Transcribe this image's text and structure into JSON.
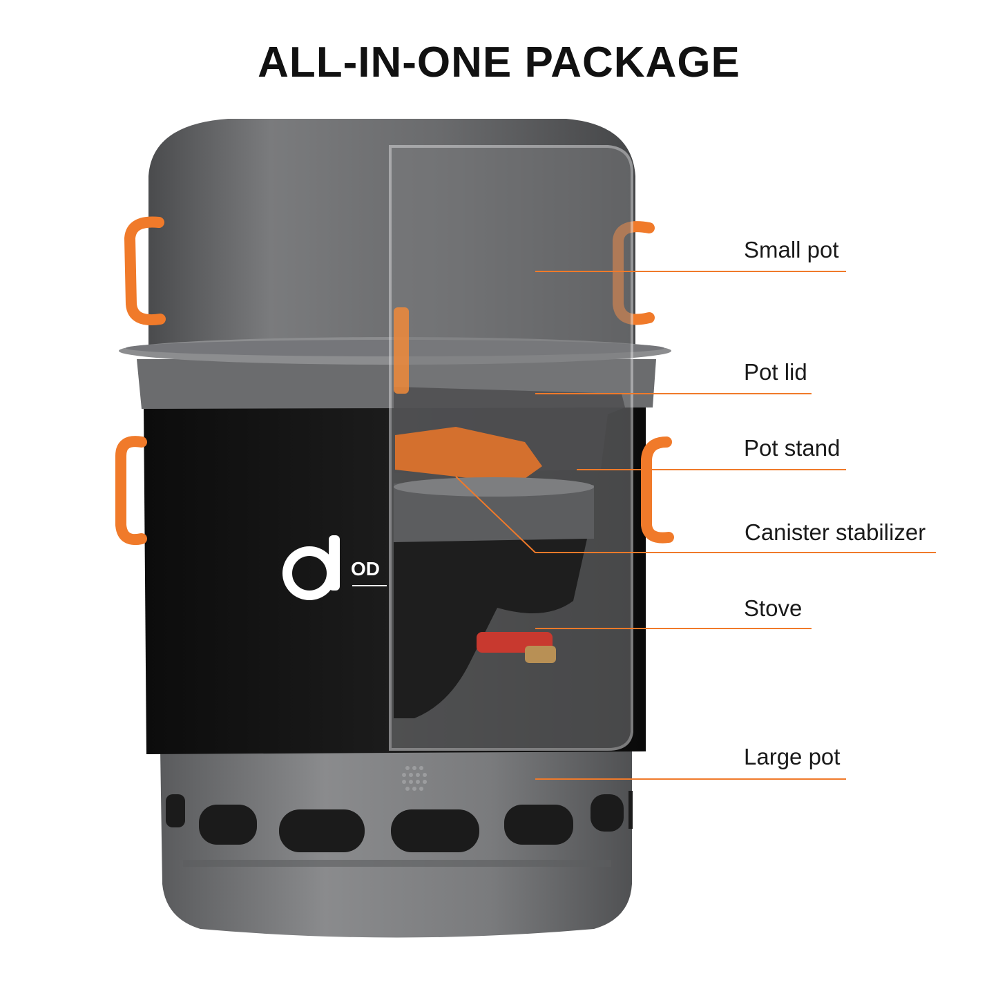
{
  "header": {
    "title": "ALL-IN-ONE PACKAGE"
  },
  "brand": {
    "logo_text": "OD"
  },
  "callouts": [
    {
      "label": "Small pot"
    },
    {
      "label": "Pot lid"
    },
    {
      "label": "Pot stand"
    },
    {
      "label": "Canister stabilizer"
    },
    {
      "label": "Stove"
    },
    {
      "label": "Large pot"
    }
  ],
  "colors": {
    "accent": "#f07a2a",
    "pot_gray": "#6f7072",
    "sleeve_black": "#111111",
    "handle_orange": "#f07a2a"
  }
}
